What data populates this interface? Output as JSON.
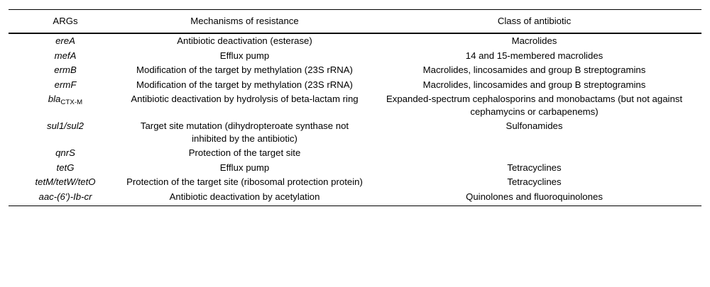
{
  "table": {
    "caption": "",
    "columns": [
      {
        "key": "arg",
        "label": "ARGs"
      },
      {
        "key": "mech",
        "label": "Mechanisms of resistance"
      },
      {
        "key": "class",
        "label": "Class of antibiotic"
      }
    ],
    "rows": [
      {
        "arg": "ereA",
        "arg_sub": "",
        "mech": "Antibiotic deactivation (esterase)",
        "class": "Macrolides"
      },
      {
        "arg": "mefA",
        "arg_sub": "",
        "mech": "Efflux pump",
        "class": "14 and 15-membered macrolides"
      },
      {
        "arg": "ermB",
        "arg_sub": "",
        "mech": "Modification of the target by methylation (23S rRNA)",
        "class": "Macrolides, lincosamides and group B streptogramins"
      },
      {
        "arg": "ermF",
        "arg_sub": "",
        "mech": "Modification of the target by methylation (23S rRNA)",
        "class": "Macrolides, lincosamides and group B streptogramins"
      },
      {
        "arg": "bla",
        "arg_sub": "CTX-M",
        "mech": "Antibiotic deactivation by hydrolysis of beta-lactam ring",
        "class": "Expanded-spectrum cephalosporins and monobactams (but not against cephamycins or carbapenems)"
      },
      {
        "arg": "sul1/sul2",
        "arg_sub": "",
        "mech": "Target site mutation (dihydropteroate synthase not inhibited by the antibiotic)",
        "class": "Sulfonamides"
      },
      {
        "arg": "qnrS",
        "arg_sub": "",
        "mech": "Protection of the target site",
        "class": ""
      },
      {
        "arg": "tetG",
        "arg_sub": "",
        "mech": "Efflux pump",
        "class": "Tetracyclines"
      },
      {
        "arg": "tetM/tetW/tetO",
        "arg_sub": "",
        "mech": "Protection of the target site (ribosomal protection protein)",
        "class": "Tetracyclines"
      },
      {
        "arg": "aac-(6′)-Ib-cr",
        "arg_sub": "",
        "mech": "Antibiotic deactivation by acetylation",
        "class": "Quinolones and fluoroquinolones"
      }
    ]
  },
  "style": {
    "text_color": "#000000",
    "background_color": "#ffffff",
    "rule_color": "#000000"
  }
}
